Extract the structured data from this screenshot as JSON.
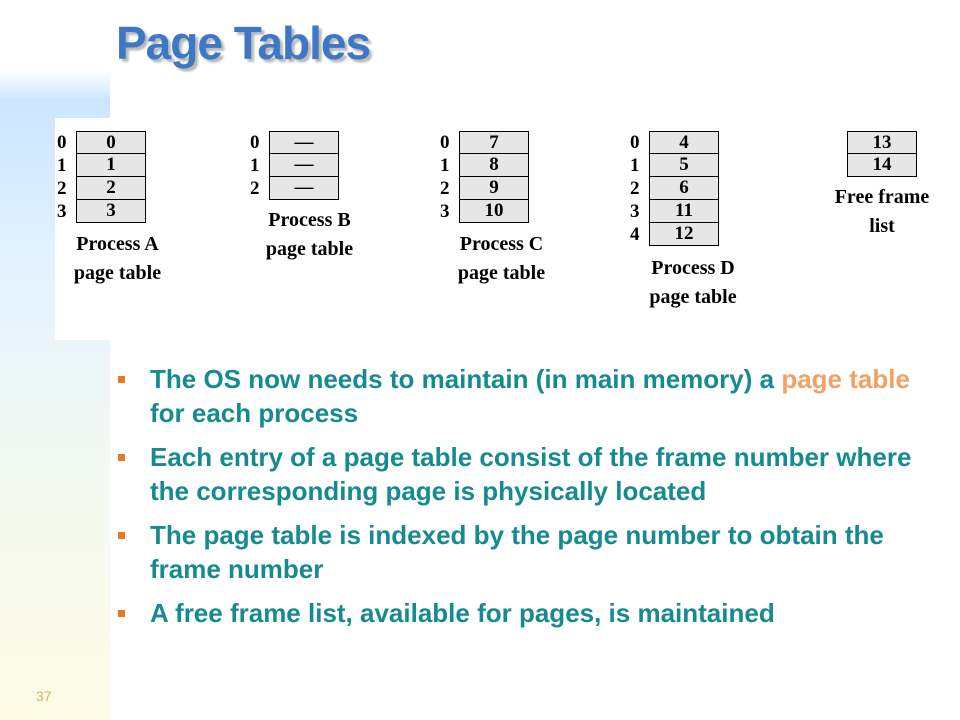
{
  "title": "Page Tables",
  "slide_number": "37",
  "colors": {
    "title": "#3f77c7",
    "bullet_text": "#168b8f",
    "highlight": "#f1a066",
    "marker": "#e27a2c"
  },
  "tables": [
    {
      "name": "process-a",
      "indices": [
        "0",
        "1",
        "2",
        "3"
      ],
      "frames": [
        "0",
        "1",
        "2",
        "3"
      ],
      "caption": [
        "Process A",
        "page table"
      ]
    },
    {
      "name": "process-b",
      "indices": [
        "0",
        "1",
        "2"
      ],
      "frames": [
        "—",
        "—",
        "—"
      ],
      "caption": [
        "Process B",
        "page table"
      ]
    },
    {
      "name": "process-c",
      "indices": [
        "0",
        "1",
        "2",
        "3"
      ],
      "frames": [
        "7",
        "8",
        "9",
        "10"
      ],
      "caption": [
        "Process C",
        "page table"
      ]
    },
    {
      "name": "process-d",
      "indices": [
        "0",
        "1",
        "2",
        "3",
        "4"
      ],
      "frames": [
        "4",
        "5",
        "6",
        "11",
        "12"
      ],
      "caption": [
        "Process D",
        "page table"
      ]
    },
    {
      "name": "free-frame-list",
      "indices": [
        "",
        ""
      ],
      "frames": [
        "13",
        "14"
      ],
      "caption": [
        "Free frame",
        "list"
      ]
    }
  ],
  "bullets": [
    {
      "before": "The OS now needs to maintain (in main memory) a ",
      "highlight": "page table",
      "after": " for each process"
    },
    {
      "before": "Each entry of a page table consist of the frame number where the corresponding page is physically located",
      "highlight": "",
      "after": ""
    },
    {
      "before": "The page table is indexed by the page number to obtain the frame number",
      "highlight": "",
      "after": ""
    },
    {
      "before": "A free frame list, available for pages, is maintained",
      "highlight": "",
      "after": ""
    }
  ]
}
